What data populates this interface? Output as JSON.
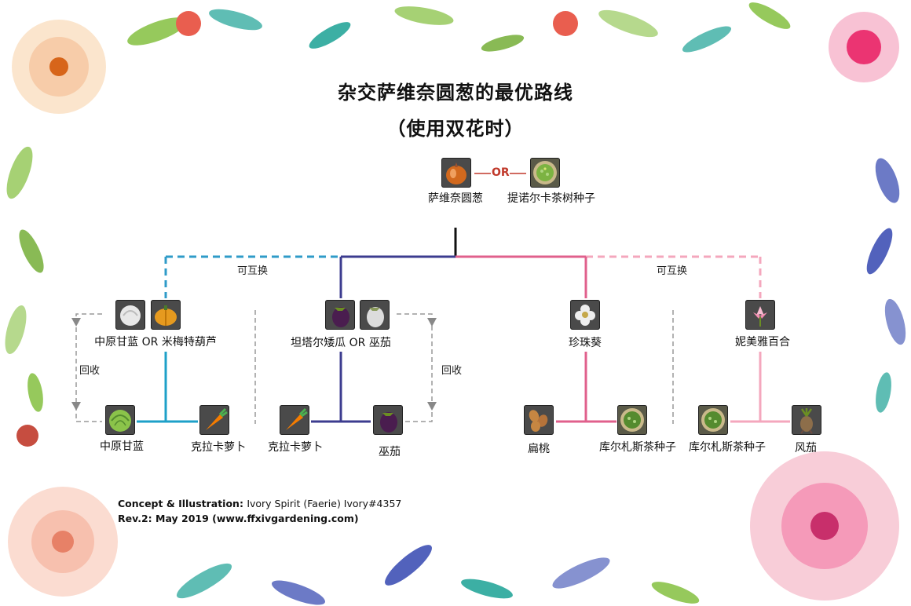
{
  "title_line1": "杂交萨维奈圆葱的最优路线",
  "title_line2": "（使用双花时）",
  "top": {
    "left_label": "萨维奈圆葱",
    "or": "OR",
    "right_label": "提诺尔卡茶树种子"
  },
  "notes": {
    "interchangeable": "可互换",
    "recycle": "回收"
  },
  "groups": [
    {
      "parent_label": "中原甘蓝 OR 米梅特葫芦",
      "child_a": "中原甘蓝",
      "child_b": "克拉卡萝卜"
    },
    {
      "parent_label": "坦塔尔矮瓜 OR 巫茄",
      "child_a": "克拉卡萝卜",
      "child_b": "巫茄"
    },
    {
      "parent_label": "珍珠葵",
      "child_a": "扁桃",
      "child_b": "库尔札斯茶种子"
    },
    {
      "parent_label": "妮美雅百合",
      "child_a": "库尔札斯茶种子",
      "child_b": "风茄"
    }
  ],
  "credits": {
    "concept_label": "Concept & Illustration: ",
    "concept_value": "Ivory Spirit (Faerie) Ivory#4357",
    "revision": "Rev.2: May 2019 (www.ffxivgardening.com)"
  }
}
